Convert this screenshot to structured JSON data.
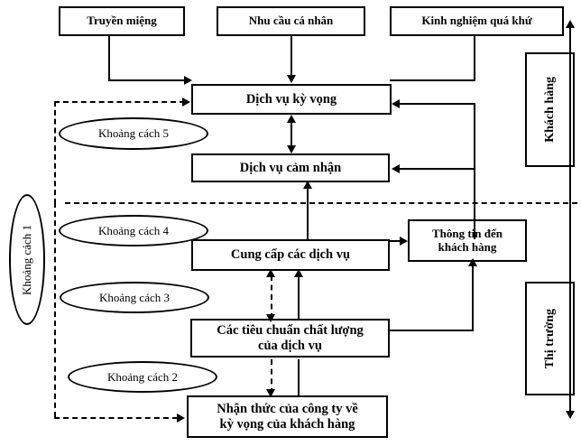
{
  "diagram": {
    "title": "Mo hinh khoang cach chat luong dich vu (SERVQUAL)",
    "boxes": {
      "word_of_mouth": "Truyền miệng",
      "personal_needs": "Nhu cầu cá nhân",
      "past_experience": "Kinh nghiệm quá khứ",
      "expected_service": "Dịch vụ kỳ vọng",
      "perceived_service": "Dịch vụ cảm nhận",
      "service_delivery": "Cung cấp các dịch vụ",
      "quality_standards_line1": "Các tiêu chuẩn chất lượng",
      "quality_standards_line2": "của dịch vụ",
      "company_perception_line1": "Nhận thức của công ty về",
      "company_perception_line2": "kỳ vọng của khách hàng",
      "external_communication_line1": "Thông tin đến",
      "external_communication_line2": "khách hàng"
    },
    "side_labels": {
      "customer": "Khách hàng",
      "provider": "Thị trường"
    },
    "gaps": {
      "gap1": "Khoảng cách 1",
      "gap2": "Khoảng cách 2",
      "gap3": "Khoảng cách 3",
      "gap4": "Khoảng cách 4",
      "gap5": "Khoảng cách 5"
    },
    "colors": {
      "stroke": "#000000",
      "background": "#ffffff"
    }
  }
}
